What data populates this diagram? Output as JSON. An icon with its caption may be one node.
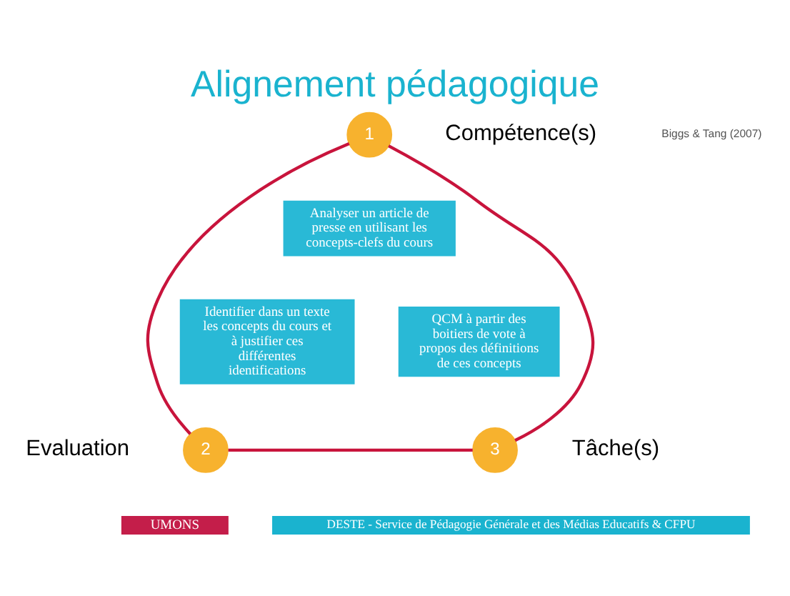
{
  "diagram": {
    "title": "Alignement pédagogique",
    "nodes": [
      {
        "text": [
          "1"
        ],
        "beside": [
          "Compétence(s)"
        ]
      },
      {
        "text": [
          "2"
        ],
        "beside": [
          "Evaluation"
        ]
      },
      {
        "text": [
          "3"
        ],
        "beside": [
          "Tâche(s)"
        ]
      },
      {
        "text": [
          "Analyser un article de presse en utilisant les concepts-clefs du cours"
        ]
      },
      {
        "text": [
          "Identifier dans un texte les concepts du cours et à justifier ces différentes identifications"
        ]
      },
      {
        "text": [
          "QCM à partir des boitiers de vote à propos des définitions de ces concepts"
        ]
      }
    ],
    "edges": [
      {
        "from": 0,
        "to": 1,
        "arrow": "none"
      },
      {
        "from": 0,
        "to": 2,
        "arrow": "none"
      },
      {
        "from": 1,
        "to": 2,
        "arrow": "none"
      }
    ],
    "labels": [
      "Biggs & Tang (2007)",
      "UMONS",
      "DESTE - Service de Pédagogie Générale et des Médias Educatifs & CFPU"
    ]
  }
}
